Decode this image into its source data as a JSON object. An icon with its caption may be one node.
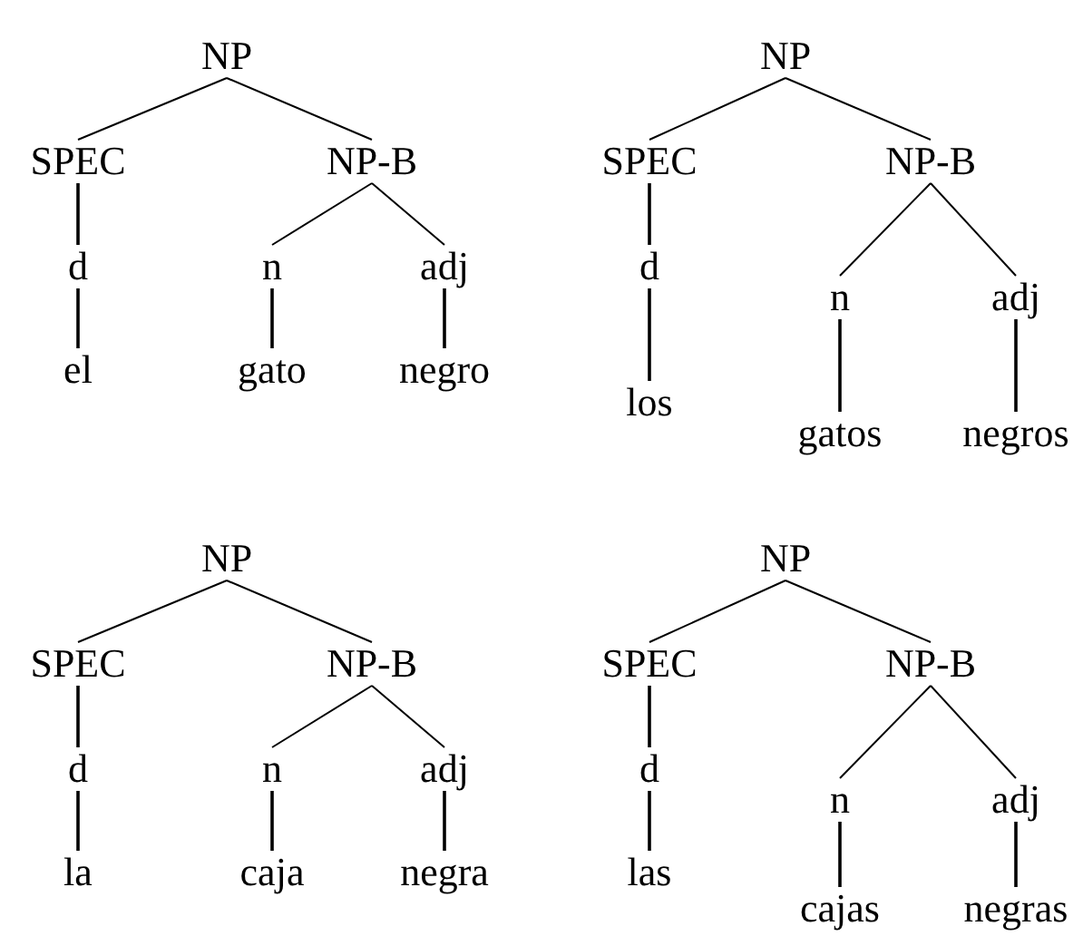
{
  "diagram": {
    "nodes": [
      {
        "text": [
          "NP"
        ]
      },
      {
        "text": [
          "SPEC"
        ]
      },
      {
        "text": [
          "NP-B"
        ]
      },
      {
        "text": [
          "d"
        ]
      },
      {
        "text": [
          "n"
        ]
      },
      {
        "text": [
          "adj"
        ]
      },
      {
        "text": [
          "el"
        ]
      },
      {
        "text": [
          "gato"
        ]
      },
      {
        "text": [
          "negro"
        ]
      },
      {
        "text": [
          "NP"
        ]
      },
      {
        "text": [
          "SPEC"
        ]
      },
      {
        "text": [
          "NP-B"
        ]
      },
      {
        "text": [
          "d"
        ]
      },
      {
        "text": [
          "n"
        ]
      },
      {
        "text": [
          "adj"
        ]
      },
      {
        "text": [
          "los"
        ]
      },
      {
        "text": [
          "gatos"
        ]
      },
      {
        "text": [
          "negros"
        ]
      },
      {
        "text": [
          "NP"
        ]
      },
      {
        "text": [
          "SPEC"
        ]
      },
      {
        "text": [
          "NP-B"
        ]
      },
      {
        "text": [
          "d"
        ]
      },
      {
        "text": [
          "n"
        ]
      },
      {
        "text": [
          "adj"
        ]
      },
      {
        "text": [
          "la"
        ]
      },
      {
        "text": [
          "caja"
        ]
      },
      {
        "text": [
          "negra"
        ]
      },
      {
        "text": [
          "NP"
        ]
      },
      {
        "text": [
          "SPEC"
        ]
      },
      {
        "text": [
          "NP-B"
        ]
      },
      {
        "text": [
          "d"
        ]
      },
      {
        "text": [
          "n"
        ]
      },
      {
        "text": [
          "adj"
        ]
      },
      {
        "text": [
          "las"
        ]
      },
      {
        "text": [
          "cajas"
        ]
      },
      {
        "text": [
          "negras"
        ]
      }
    ],
    "edges": [
      {
        "from": 0,
        "to": 1,
        "arrow": "none"
      },
      {
        "from": 0,
        "to": 2,
        "arrow": "none"
      },
      {
        "from": 1,
        "to": 3,
        "arrow": "none"
      },
      {
        "from": 3,
        "to": 6,
        "arrow": "none"
      },
      {
        "from": 2,
        "to": 4,
        "arrow": "none"
      },
      {
        "from": 2,
        "to": 5,
        "arrow": "none"
      },
      {
        "from": 4,
        "to": 7,
        "arrow": "none"
      },
      {
        "from": 5,
        "to": 8,
        "arrow": "none"
      },
      {
        "from": 9,
        "to": 10,
        "arrow": "none"
      },
      {
        "from": 9,
        "to": 11,
        "arrow": "none"
      },
      {
        "from": 10,
        "to": 12,
        "arrow": "none"
      },
      {
        "from": 12,
        "to": 15,
        "arrow": "none"
      },
      {
        "from": 11,
        "to": 13,
        "arrow": "none"
      },
      {
        "from": 11,
        "to": 14,
        "arrow": "none"
      },
      {
        "from": 13,
        "to": 16,
        "arrow": "none"
      },
      {
        "from": 14,
        "to": 17,
        "arrow": "none"
      },
      {
        "from": 18,
        "to": 19,
        "arrow": "none"
      },
      {
        "from": 18,
        "to": 20,
        "arrow": "none"
      },
      {
        "from": 19,
        "to": 21,
        "arrow": "none"
      },
      {
        "from": 21,
        "to": 24,
        "arrow": "none"
      },
      {
        "from": 20,
        "to": 22,
        "arrow": "none"
      },
      {
        "from": 20,
        "to": 23,
        "arrow": "none"
      },
      {
        "from": 22,
        "to": 25,
        "arrow": "none"
      },
      {
        "from": 23,
        "to": 26,
        "arrow": "none"
      },
      {
        "from": 27,
        "to": 28,
        "arrow": "none"
      },
      {
        "from": 27,
        "to": 29,
        "arrow": "none"
      },
      {
        "from": 28,
        "to": 30,
        "arrow": "none"
      },
      {
        "from": 30,
        "to": 33,
        "arrow": "none"
      },
      {
        "from": 29,
        "to": 31,
        "arrow": "none"
      },
      {
        "from": 29,
        "to": 32,
        "arrow": "none"
      },
      {
        "from": 31,
        "to": 34,
        "arrow": "none"
      },
      {
        "from": 32,
        "to": 35,
        "arrow": "none"
      }
    ]
  }
}
